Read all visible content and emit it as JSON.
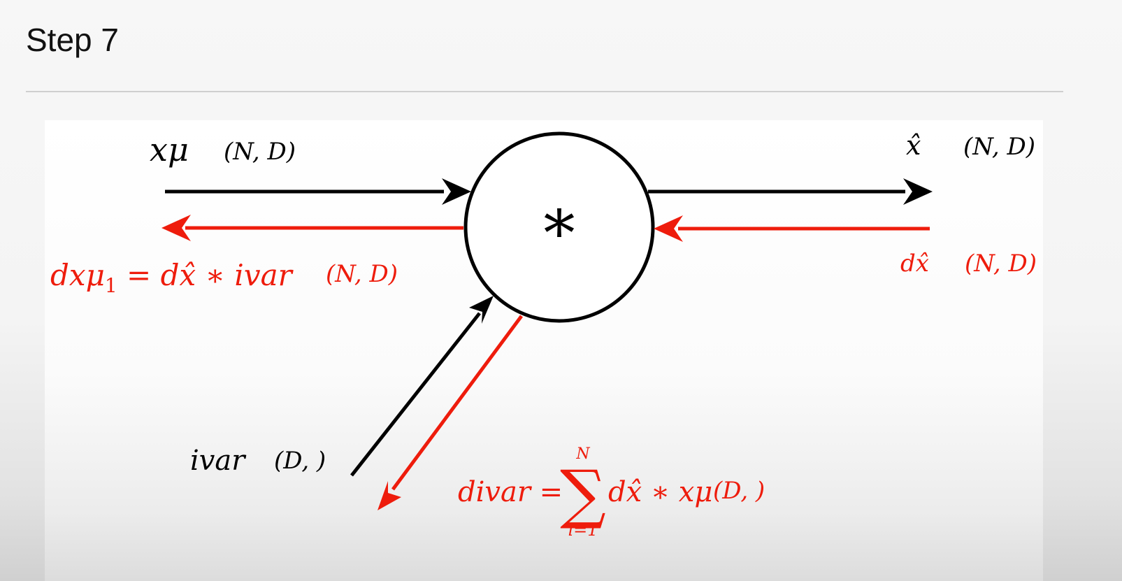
{
  "slide": {
    "title": "Step 7"
  },
  "diagram": {
    "node": {
      "symbol": "*"
    },
    "inputs": {
      "xmu": {
        "label": "xμ",
        "shape": "(N, D)"
      },
      "ivar": {
        "label": "ivar",
        "shape": "(D, )"
      }
    },
    "output": {
      "label": "x̂",
      "shape": "(N, D)"
    },
    "gradients": {
      "dxhat": {
        "label": "dx̂",
        "shape": "(N, D)"
      },
      "dxmu1": {
        "lhs": "dxμ",
        "sub": "1",
        "rhs": " = dx̂ ∗ ivar",
        "shape": "(N, D)"
      },
      "divar": {
        "lhs": "divar = ",
        "sum_symbol": "∑",
        "sum_upper": "N",
        "sum_lower": "i=1",
        "term": "dx̂ ∗ xμ",
        "shape": "(D, )"
      }
    }
  },
  "colors": {
    "forward": "#000000",
    "backward": "#ee1c0c"
  }
}
